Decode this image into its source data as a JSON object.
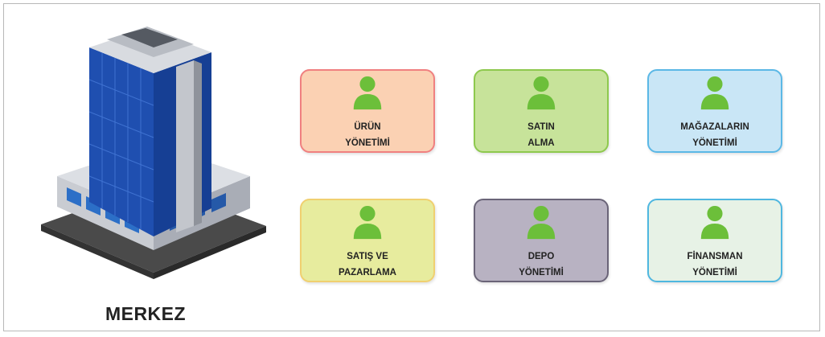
{
  "hq": {
    "label": "MERKEZ"
  },
  "departments": [
    {
      "line1": "ÜRÜN",
      "line2": "YÖNETİMİ",
      "fill": "#fbd1b3",
      "border": "#f08080"
    },
    {
      "line1": "SATIN",
      "line2": "ALMA",
      "fill": "#c7e39a",
      "border": "#8ec94e"
    },
    {
      "line1": "MAĞAZALARIN",
      "line2": "YÖNETİMİ",
      "fill": "#c9e6f6",
      "border": "#5bb8e6"
    },
    {
      "line1": "SATIŞ VE",
      "line2": "PAZARLAMA",
      "fill": "#e7ec9e",
      "border": "#f0d070"
    },
    {
      "line1": "DEPO",
      "line2": "YÖNETİMİ",
      "fill": "#b8b2c2",
      "border": "#6a6478"
    },
    {
      "line1": "FİNANSMAN",
      "line2": "YÖNETİMİ",
      "fill": "#e7f2e6",
      "border": "#4fb7e0"
    }
  ],
  "icon": "person-icon",
  "person_color": "#6cbf3a"
}
